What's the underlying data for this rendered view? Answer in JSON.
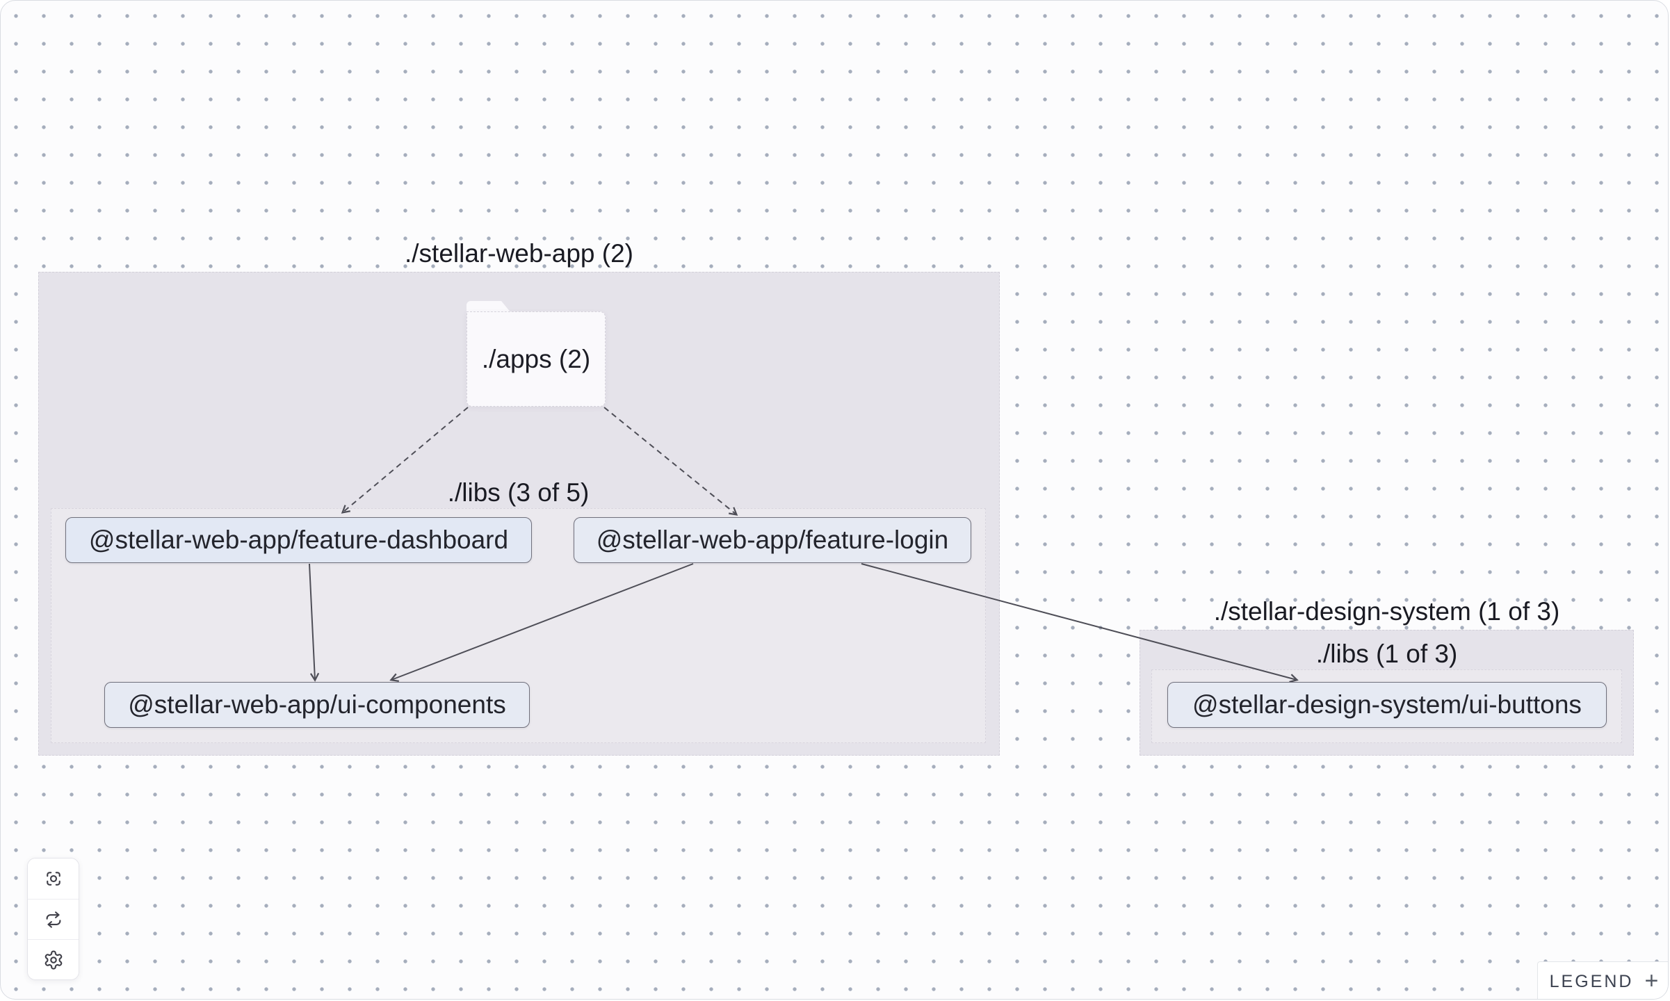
{
  "colors": {
    "canvas_bg": "#fcfcfd",
    "grid_dot": "#a5adbc",
    "canvas_border": "#d9dce2",
    "group_fill": "#e5e3ea",
    "folder_fill": "#faf9fc",
    "node_fill": "#e6eaf3",
    "node_border": "#70707c",
    "edge_stroke": "#4e4e57",
    "text": "#191a22"
  },
  "graph": {
    "groups": [
      {
        "id": "stellar-web-app",
        "title": "./stellar-web-app (2)",
        "libs_title": "./libs (3 of 5)"
      },
      {
        "id": "stellar-design-system",
        "title": "./stellar-design-system (1 of 3)",
        "libs_title": "./libs (1 of 3)"
      }
    ],
    "nodes": {
      "apps_folder": {
        "label": "./apps (2)",
        "type": "folder-group"
      },
      "feature_dashboard": {
        "label": "@stellar-web-app/feature-dashboard",
        "type": "project"
      },
      "feature_login": {
        "label": "@stellar-web-app/feature-login",
        "type": "project"
      },
      "ui_components": {
        "label": "@stellar-web-app/ui-components",
        "type": "project"
      },
      "ui_buttons": {
        "label": "@stellar-design-system/ui-buttons",
        "type": "project"
      }
    },
    "edges": [
      {
        "from": "apps_folder",
        "to": "feature_dashboard",
        "style": "dashed"
      },
      {
        "from": "apps_folder",
        "to": "feature_login",
        "style": "dashed"
      },
      {
        "from": "feature_dashboard",
        "to": "ui_components",
        "style": "solid"
      },
      {
        "from": "feature_login",
        "to": "ui_components",
        "style": "solid"
      },
      {
        "from": "feature_login",
        "to": "ui_buttons",
        "style": "solid"
      }
    ]
  },
  "controls": {
    "buttons": [
      {
        "icon": "focus-center"
      },
      {
        "icon": "refresh"
      },
      {
        "icon": "settings"
      }
    ]
  },
  "legend": {
    "label": "LEGEND",
    "expand_symbol": "+"
  }
}
